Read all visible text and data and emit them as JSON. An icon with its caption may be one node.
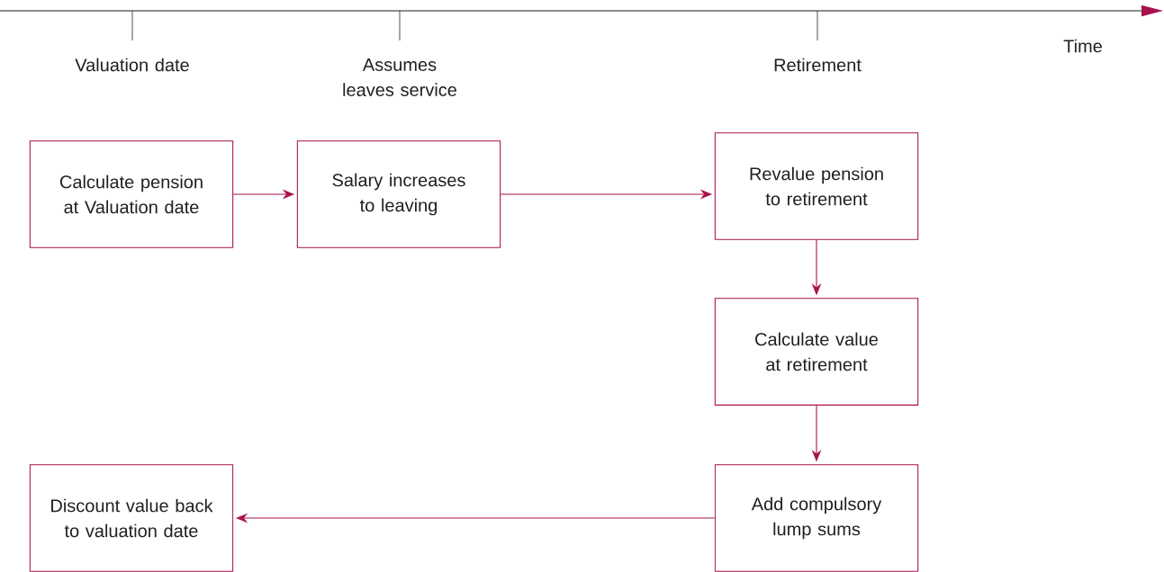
{
  "diagram": {
    "nodes": [
      {
        "text": [
          "Calculate pension at Valuation date"
        ]
      },
      {
        "text": [
          "Salary increases to leaving"
        ]
      },
      {
        "text": [
          "Revalue pension to retirement"
        ]
      },
      {
        "text": [
          "Calculate value at retirement"
        ]
      },
      {
        "text": [
          "Add compulsory lump sums"
        ]
      },
      {
        "text": [
          "Discount value back to valuation date"
        ]
      }
    ],
    "edges": [
      {
        "from": 0,
        "to": 1,
        "arrow": "to"
      },
      {
        "from": 1,
        "to": 2,
        "arrow": "to"
      },
      {
        "from": 2,
        "to": 3,
        "arrow": "to"
      },
      {
        "from": 3,
        "to": 4,
        "arrow": "to"
      },
      {
        "from": 4,
        "to": 5,
        "arrow": "to"
      }
    ],
    "labels": [
      "Valuation date",
      "Assumes leaves service",
      "Retirement",
      "Time"
    ]
  }
}
